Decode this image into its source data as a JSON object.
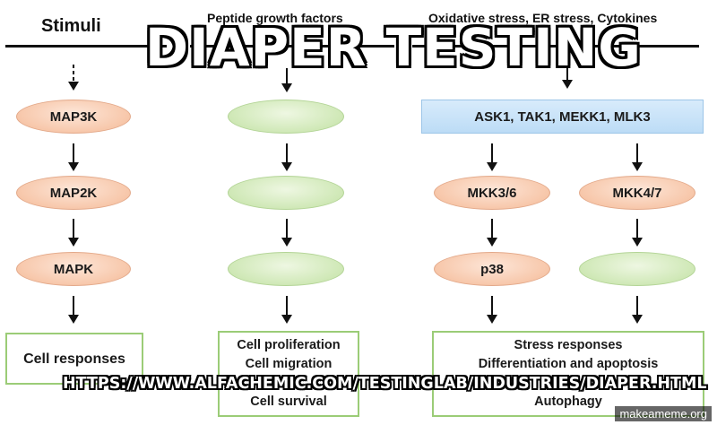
{
  "headers": {
    "col1": "Stimuli",
    "col2": "Peptide growth factors",
    "col3": "Oxidative stress, ER stress, Cytokines"
  },
  "column1": {
    "node1": "MAP3K",
    "node2": "MAP2K",
    "node3": "MAPK",
    "output": "Cell responses"
  },
  "column2": {
    "output_lines": [
      "Cell proliferation",
      "Cell migration",
      "",
      "Cell survival"
    ]
  },
  "column3": {
    "top_bar": "ASK1, TAK1, MEKK1, MLK3",
    "left_mid": "MKK3/6",
    "right_mid": "MKK4/7",
    "left_bottom": "p38",
    "output_lines": [
      "Stress responses",
      "Differentiation and apoptosis",
      "",
      "Autophagy"
    ]
  },
  "meme": {
    "top_text": "DIAPER TESTING",
    "bottom_text": "HTTPS://WWW.ALFACHEMIC.COM/TESTINGLAB/INDUSTRIES/DIAPER.HTML",
    "watermark": "makeameme.org"
  }
}
